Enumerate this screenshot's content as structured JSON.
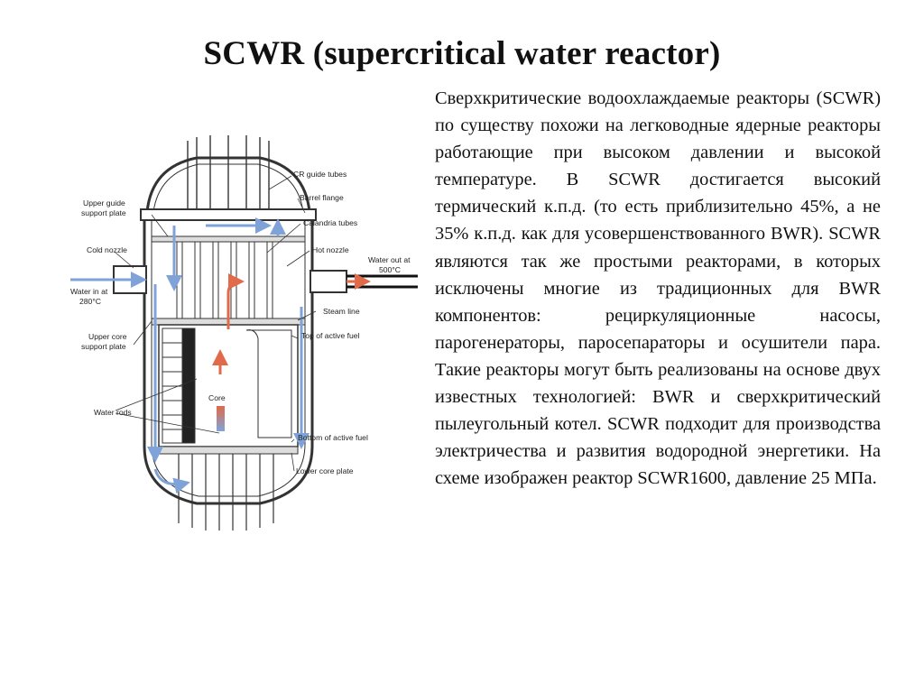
{
  "slide": {
    "title": "SCWR (supercritical water reactor)",
    "paragraph": "Сверхкритические водоохлаждаемые реакторы (SCWR) по существу похожи на легководные ядерные реакторы работающие при высоком давлении и высокой температуре. В SCWR достигается высокий термический к.п.д. (то есть приблизительно 45%, а не 35% к.п.д. как для усовершенствованного BWR). SCWR являются так же простыми реакторами, в которых исключены многие из традиционных для BWR компонентов: рециркуляционные насосы, парогенераторы, паросепараторы и осушители пара. Такие реакторы могут быть реализованы на основе двух известных технологией: BWR и сверхкритический пылеугольный котел. SCWR подходит для производства электричества и развития водородной энергетики. На схеме изображен реактор SCWR1600, давление 25 МПа."
  },
  "diagram": {
    "labels": {
      "cr_guide_tubes": "CR guide tubes",
      "barrel_flange": "Barrel flange",
      "upper_guide_1": "Upper guide",
      "upper_guide_2": "support plate",
      "calandria_tubes": "Calandria tubes",
      "cold_nozzle": "Cold nozzle",
      "hot_nozzle": "Hot nozzle",
      "water_out_1": "Water out at",
      "water_out_2": "500°C",
      "water_in_1": "Water in at",
      "water_in_2": "280°C",
      "steam_line": "Steam line",
      "upper_core_1": "Upper core",
      "upper_core_2": "support plate",
      "top_active_fuel": "Top of active fuel",
      "core": "Core",
      "water_rods": "Water rods",
      "bottom_active_fuel": "Bottom of active fuel",
      "lower_core_plate": "Lower core plate"
    },
    "colors": {
      "cold_flow": "#7fa3d8",
      "hot_flow": "#e06a4a",
      "line": "#333333"
    }
  }
}
